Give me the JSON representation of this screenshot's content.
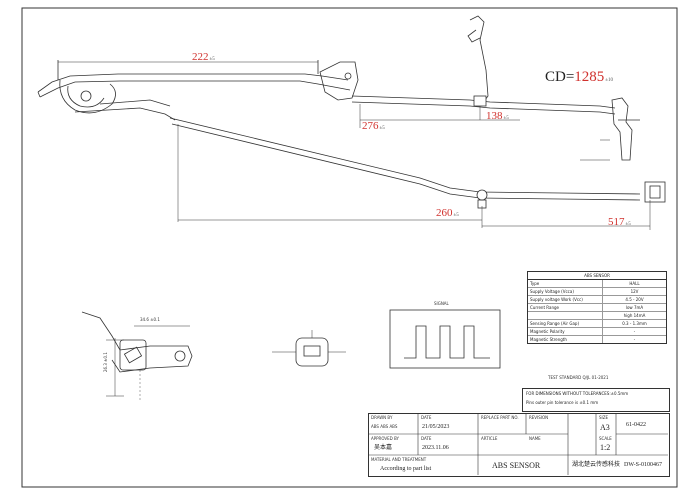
{
  "dimensions": {
    "d222": {
      "value": "222",
      "unit": "±5"
    },
    "d276": {
      "value": "276",
      "unit": "±5"
    },
    "d138": {
      "value": "138",
      "unit": "±5"
    },
    "d260": {
      "value": "260",
      "unit": "±5"
    },
    "d517": {
      "value": "517",
      "unit": "±5"
    }
  },
  "cd": {
    "prefix": "CD=",
    "value": "1285",
    "unit": "±10"
  },
  "bracket_detail": {
    "width": "34.6",
    "width_tol": "±0.1",
    "height": "26.3",
    "height_tol": "±0.1"
  },
  "signal": {
    "title": "SIGNAL"
  },
  "specs": {
    "title": "ABS SENSOR",
    "rows": [
      {
        "label": "Type",
        "value": "HALL"
      },
      {
        "label": "Supply Voltage (Vcca)",
        "value": "12V"
      },
      {
        "label": "Supply voltage Work (Vcc)",
        "value": "4.5 - 20V"
      },
      {
        "label": "Current Range",
        "value": "low  7mA"
      },
      {
        "label": "",
        "value": "high  14mA"
      },
      {
        "label": "Sensing Range (Air Gap)",
        "value": "0.3 - 1.3mm"
      },
      {
        "label": "Magnetic Polarity",
        "value": "-"
      },
      {
        "label": "Magnetic Strength",
        "value": "-"
      }
    ],
    "standard": "TEST STANDARD Q/JL 01-2021"
  },
  "notes": {
    "line1": "FOR DIMENSIONS WITHOUT TOLERANCES:±0.5mm",
    "line2": "Pins outer pin tolerance is ±0.1 mm"
  },
  "title_block": {
    "drawn_label": "DRAWN BY",
    "drawn_value": "ABS ABS ABS",
    "date_label": "DATE",
    "date_value": "21/05/2023",
    "approved_label": "APPROVED BY",
    "approved_value": "吴本嘉",
    "date2_label": "DATE",
    "date2_value": "2023.11.06",
    "replace_label": "REPLACE PART NO.",
    "revision_label": "REVISION",
    "article_label": "ARTICLE",
    "material_label": "MATERIAL AND TREATMENT",
    "material_value": "According to part list",
    "name_label": "NAME",
    "name_value": "ABS SENSOR",
    "company": "湖北楚云传感科技",
    "size_label": "SIZE",
    "size_value": "A3",
    "scale_label": "SCALE",
    "scale_value": "1:2",
    "code": "61-0422",
    "drawing_no": "DW-S-0100467"
  }
}
